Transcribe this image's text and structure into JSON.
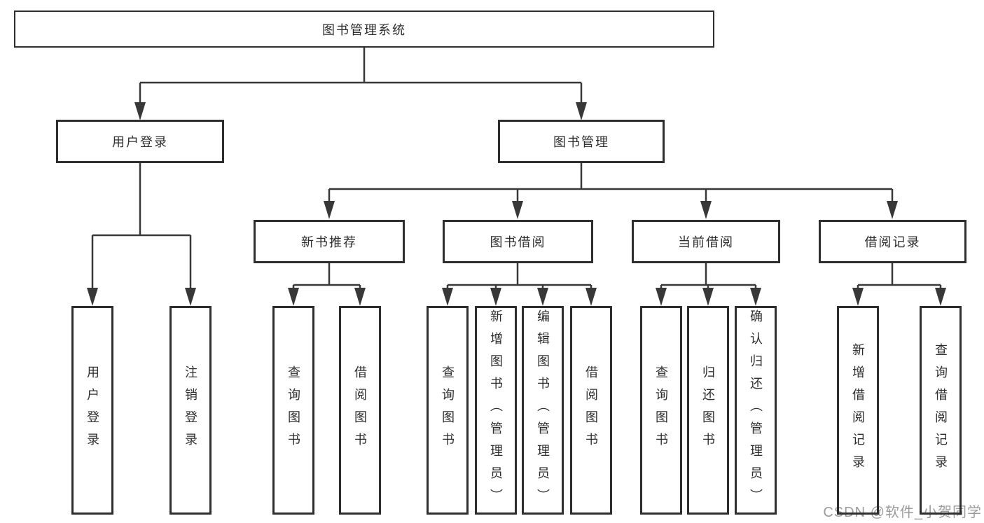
{
  "tree": {
    "root": {
      "label": "图书管理系统"
    },
    "branches": [
      {
        "label": "用户登录",
        "children": [
          {
            "label": "用户登录"
          },
          {
            "label": "注销登录"
          }
        ]
      },
      {
        "label": "图书管理",
        "children": [
          {
            "label": "新书推荐",
            "children": [
              {
                "label": "查询图书"
              },
              {
                "label": "借阅图书"
              }
            ]
          },
          {
            "label": "图书借阅",
            "children": [
              {
                "label": "查询图书"
              },
              {
                "label": "新增图书（管理员）"
              },
              {
                "label": "编辑图书（管理员）"
              },
              {
                "label": "借阅图书"
              }
            ]
          },
          {
            "label": "当前借阅",
            "children": [
              {
                "label": "查询图书"
              },
              {
                "label": "归还图书"
              },
              {
                "label": "确认归还（管理员）"
              }
            ]
          },
          {
            "label": "借阅记录",
            "children": [
              {
                "label": "新增借阅记录"
              },
              {
                "label": "查询借阅记录"
              }
            ]
          }
        ]
      }
    ]
  },
  "watermark": {
    "text": "CSDN @软件_小贺同学"
  },
  "colors": {
    "line": "#383838",
    "box_border": "#2e2e2e",
    "box_fill": "#ffffff",
    "text": "#2e2e2e",
    "watermark": "#9b9b9b",
    "background": "#ffffff"
  }
}
